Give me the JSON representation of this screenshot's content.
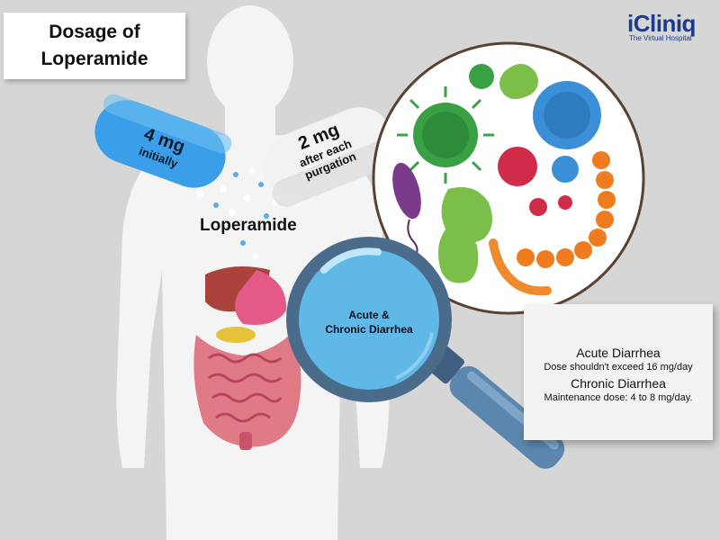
{
  "title": {
    "text": "Dosage of\nLoperamide"
  },
  "brand": {
    "name": "iCliniq",
    "tagline": "The Virtual Hospital"
  },
  "capsule_left": {
    "dose": "4 mg",
    "timing": "initially"
  },
  "capsule_right": {
    "dose": "2 mg",
    "timing_line1": "after each",
    "timing_line2": "purgation"
  },
  "drug_label": "Loperamide",
  "magnifier": {
    "line1": "Acute &",
    "line2": "Chronic Diarrhea"
  },
  "note": {
    "acute_heading": "Acute Diarrhea",
    "acute_text": "Dose shouldn't exceed 16 mg/day",
    "chronic_heading": "Chronic Diarrhea",
    "chronic_text": "Maintenance dose: 4 to 8 mg/day."
  },
  "colors": {
    "background": "#d6d6d6",
    "silhouette": "#f4f4f4",
    "capsule_blue": "#3a9ee8",
    "capsule_white": "#f2f2f2",
    "magnifier_frame": "#4a6b8a",
    "lens": "#5fb8e6",
    "brand": "#1b3a8c",
    "pin": "#d62020"
  }
}
